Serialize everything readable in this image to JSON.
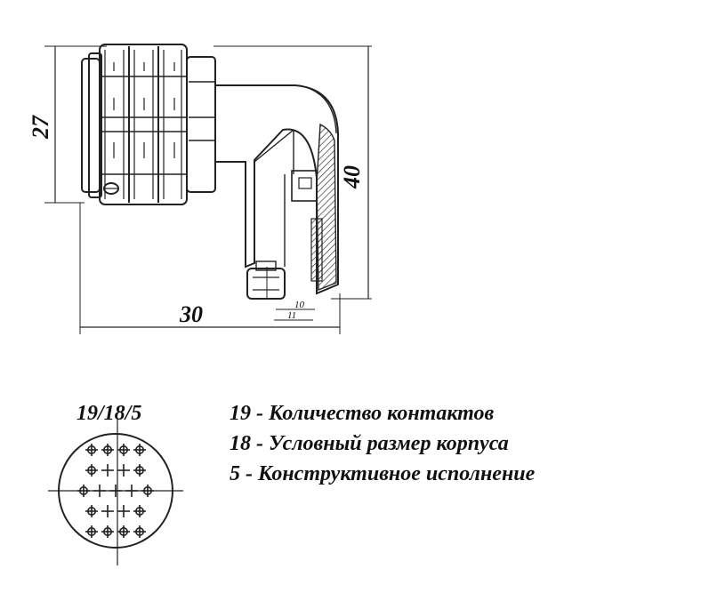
{
  "dimensions": {
    "height": "27",
    "length": "30",
    "total_height": "40",
    "offset_inner": "10",
    "offset_outer": "11"
  },
  "designation": "19/18/5",
  "legend": [
    {
      "text": "19 - Количество контактов"
    },
    {
      "text": "18 - Условный размер корпуса"
    },
    {
      "text": "5 - Конструктивное исполнение"
    }
  ],
  "pinout": {
    "contact_count": 19,
    "rows": [
      4,
      4,
      5,
      4,
      4
    ],
    "pin_style": [
      "ring",
      "cross",
      "cross",
      "cross",
      "ring"
    ]
  }
}
